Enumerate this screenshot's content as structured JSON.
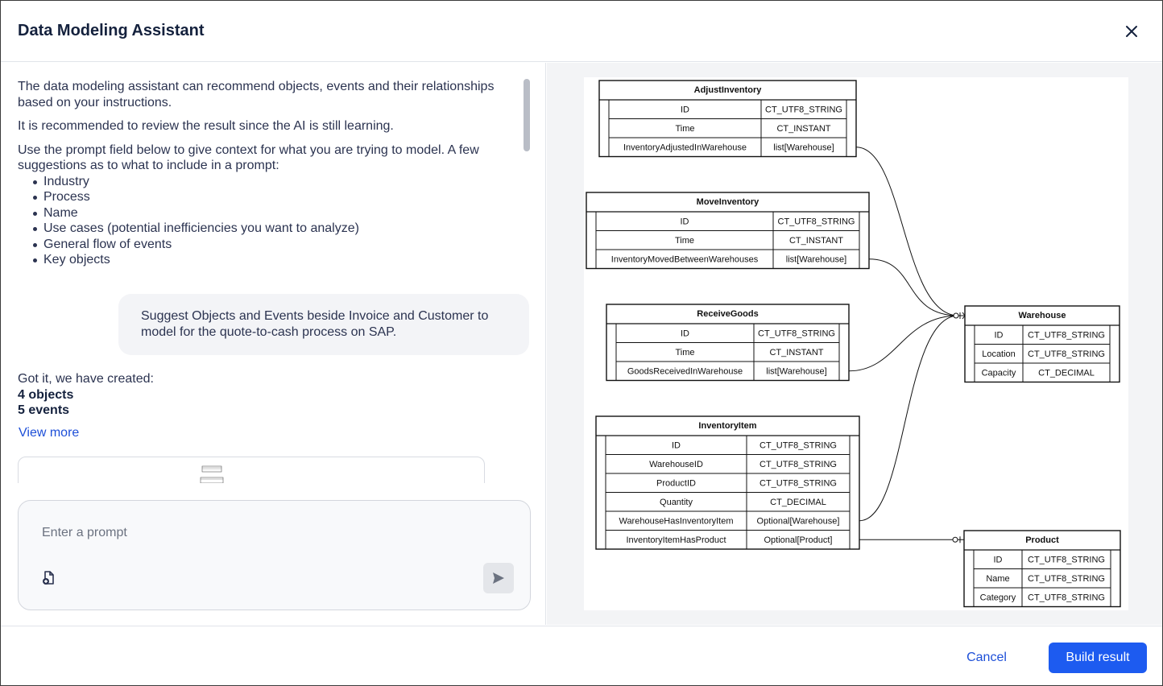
{
  "dialog": {
    "title": "Data Modeling Assistant",
    "close_icon": "close-icon"
  },
  "chat": {
    "intro_1": "The data modeling assistant can recommend objects, events and their relationships based on your instructions.",
    "intro_2": "It is recommended to review the result since the AI is still learning.",
    "intro_3": "Use the prompt field below to give context for what you are trying to model. A few suggestions as to what to include in a prompt:",
    "suggestions": [
      "Industry",
      "Process",
      "Name",
      "Use cases (potential inefficiencies you want to analyze)",
      "General flow of events",
      "Key objects"
    ],
    "user_message": "Suggest Objects and Events beside Invoice and Customer to model for the quote-to-cash process on SAP.",
    "reply_intro": "Got it, we have created:",
    "reply_objects": "4 objects",
    "reply_events": "5 events",
    "view_more": "View more"
  },
  "prompt": {
    "placeholder": "Enter a prompt",
    "attach_icon": "attach-file-icon",
    "send_icon": "send-icon"
  },
  "diagram": {
    "tables": [
      {
        "name": "AdjustInventory",
        "rows": [
          [
            "ID",
            "CT_UTF8_STRING"
          ],
          [
            "Time",
            "CT_INSTANT"
          ],
          [
            "InventoryAdjustedInWarehouse",
            "list[Warehouse]"
          ]
        ]
      },
      {
        "name": "MoveInventory",
        "rows": [
          [
            "ID",
            "CT_UTF8_STRING"
          ],
          [
            "Time",
            "CT_INSTANT"
          ],
          [
            "InventoryMovedBetweenWarehouses",
            "list[Warehouse]"
          ]
        ]
      },
      {
        "name": "ReceiveGoods",
        "rows": [
          [
            "ID",
            "CT_UTF8_STRING"
          ],
          [
            "Time",
            "CT_INSTANT"
          ],
          [
            "GoodsReceivedInWarehouse",
            "list[Warehouse]"
          ]
        ]
      },
      {
        "name": "InventoryItem",
        "rows": [
          [
            "ID",
            "CT_UTF8_STRING"
          ],
          [
            "WarehouseID",
            "CT_UTF8_STRING"
          ],
          [
            "ProductID",
            "CT_UTF8_STRING"
          ],
          [
            "Quantity",
            "CT_DECIMAL"
          ],
          [
            "WarehouseHasInventoryItem",
            "Optional[Warehouse]"
          ],
          [
            "InventoryItemHasProduct",
            "Optional[Product]"
          ]
        ]
      },
      {
        "name": "Warehouse",
        "rows": [
          [
            "ID",
            "CT_UTF8_STRING"
          ],
          [
            "Location",
            "CT_UTF8_STRING"
          ],
          [
            "Capacity",
            "CT_DECIMAL"
          ]
        ]
      },
      {
        "name": "Product",
        "rows": [
          [
            "ID",
            "CT_UTF8_STRING"
          ],
          [
            "Name",
            "CT_UTF8_STRING"
          ],
          [
            "Category",
            "CT_UTF8_STRING"
          ]
        ]
      }
    ]
  },
  "footer": {
    "cancel_label": "Cancel",
    "build_label": "Build result"
  },
  "colors": {
    "primary": "#1d5bf0",
    "link": "#1d4fd8",
    "text": "#2b3350"
  }
}
